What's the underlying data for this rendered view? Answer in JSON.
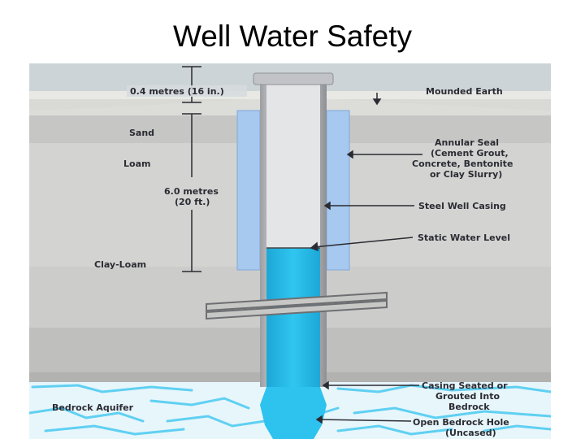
{
  "title": "Well Water Safety",
  "diagram": {
    "depth_top": "0.4 metres (16 in.)",
    "depth_main": [
      "6.0 metres",
      "(20 ft.)"
    ],
    "soil_layers": [
      "Sand",
      "Loam",
      "Clay-Loam"
    ],
    "bedrock_aquifer": "Bedrock Aquifer",
    "callouts": {
      "mounded_earth": "Mounded Earth",
      "annular_seal": [
        "Annular Seal",
        "(Cement Grout,",
        "Concrete, Bentonite",
        "or Clay Slurry)"
      ],
      "steel_casing": "Steel Well Casing",
      "static_water": "Static Water Level",
      "casing_seated": [
        "Casing Seated or",
        "Grouted Into",
        "Bedrock"
      ],
      "open_hole": [
        "Open Bedrock Hole",
        "(Uncased)"
      ]
    }
  },
  "colors": {
    "sky": "#cfd6da",
    "mound": "#e7e8e4",
    "soil_light": "#d2d3d1",
    "soil_mid": "#c8c9c7",
    "soil_dark": "#b4b5b3",
    "water": "#27bde8",
    "seal": "#a6c8ee",
    "casing": "#d3d4d6",
    "bedrock": "#e6f6fb"
  }
}
